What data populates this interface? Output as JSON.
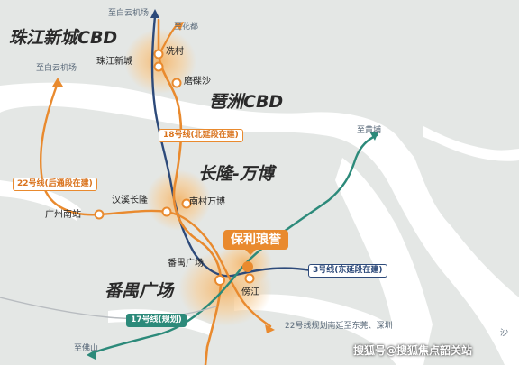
{
  "map": {
    "cbd_labels": {
      "zhujiang": "珠江新城CBD",
      "pazhou": "琶洲CBD",
      "changlong": "长隆-万博",
      "panyu": "番禺广场"
    },
    "project_label": "保利琅誉",
    "stations": {
      "xiancun": "冼村",
      "zhujiang_xincheng": "珠江新城",
      "modiesha": "磨碟沙",
      "hanxi_changlong": "汉溪长隆",
      "nancun_wanbo": "南村万博",
      "guangzhou_nanzhan": "广州南站",
      "panyu_guangchang": "番禺广场",
      "pangjiang": "傍江"
    },
    "directions": {
      "baiyun_airport_top": "至白云机场",
      "huadu": "至花都",
      "baiyun_airport_left": "至白云机场",
      "huangpu": "至黄埔",
      "foshan": "至佛山",
      "line22_south": "22号线规划南延至东莞、深圳",
      "east_partial": "沙"
    },
    "line_tags": {
      "line18": "18号线(北延段在建)",
      "line22": "22号线(后通段在建)",
      "line3": "3号线(东延段在建)",
      "line17": "17号线(规划)"
    },
    "watermark": "搜狐号@搜狐焦点韶关站",
    "colors": {
      "line_orange": "#e98a2e",
      "line_navy": "#2d4a7a",
      "line_green": "#2c8a7a",
      "water": "#ffffff",
      "land": "#e6e8e6"
    }
  }
}
